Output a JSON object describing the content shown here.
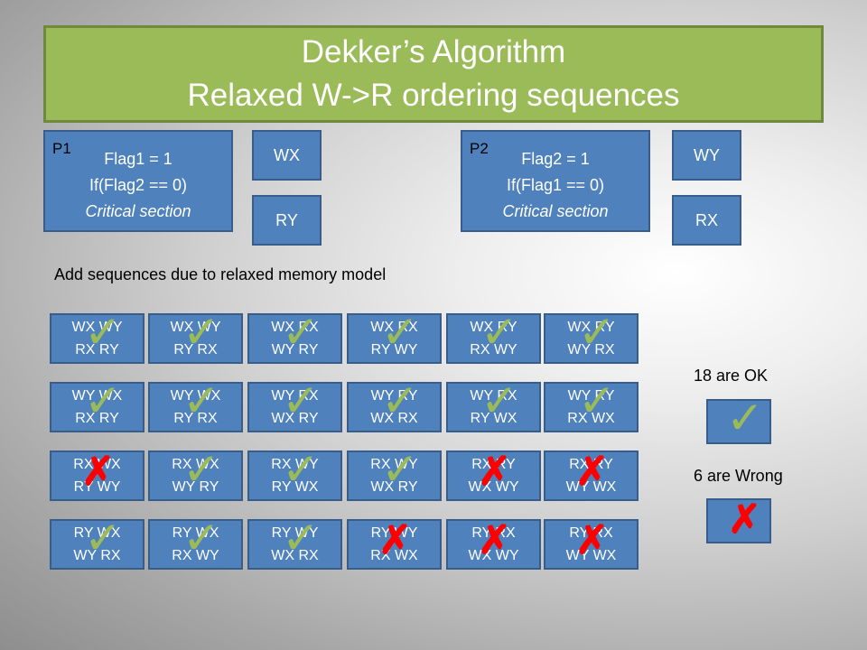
{
  "title": {
    "line1": "Dekker’s Algorithm",
    "line2": "Relaxed W->R  ordering sequences"
  },
  "p1": {
    "label": "P1",
    "line1": "Flag1 = 1",
    "line2": "If(Flag2 == 0)",
    "line3": "Critical section",
    "ops": [
      "WX",
      "RY"
    ]
  },
  "p2": {
    "label": "P2",
    "line1": "Flag2 = 1",
    "line2": "If(Flag1 == 0)",
    "line3": "Critical section",
    "ops": [
      "WY",
      "RX"
    ]
  },
  "note": "Add sequences due to relaxed memory model",
  "sequences": [
    [
      {
        "top": "WX WY",
        "bottom": "RX RY",
        "ok": true
      },
      {
        "top": "WX WY",
        "bottom": "RY RX",
        "ok": true
      },
      {
        "top": "WX RX",
        "bottom": "WY RY",
        "ok": true
      },
      {
        "top": "WX RX",
        "bottom": "RY WY",
        "ok": true
      },
      {
        "top": "WX RY",
        "bottom": "RX WY",
        "ok": true
      },
      {
        "top": "WX RY",
        "bottom": "WY RX",
        "ok": true
      }
    ],
    [
      {
        "top": "WY WX",
        "bottom": "RX RY",
        "ok": true
      },
      {
        "top": "WY WX",
        "bottom": "RY RX",
        "ok": true
      },
      {
        "top": "WY RX",
        "bottom": "WX RY",
        "ok": true
      },
      {
        "top": "WY RY",
        "bottom": "WX RX",
        "ok": true
      },
      {
        "top": "WY RX",
        "bottom": "RY WX",
        "ok": true
      },
      {
        "top": "WY RY",
        "bottom": "RX WX",
        "ok": true
      }
    ],
    [
      {
        "top": "RX WX",
        "bottom": "RY WY",
        "ok": false
      },
      {
        "top": "RX WX",
        "bottom": "WY RY",
        "ok": true
      },
      {
        "top": "RX WY",
        "bottom": "RY WX",
        "ok": true
      },
      {
        "top": "RX WY",
        "bottom": "WX RY",
        "ok": true
      },
      {
        "top": "RX RY",
        "bottom": "WX WY",
        "ok": false
      },
      {
        "top": "RX RY",
        "bottom": "WY WX",
        "ok": false
      }
    ],
    [
      {
        "top": "RY WX",
        "bottom": "WY RX",
        "ok": true
      },
      {
        "top": "RY WX",
        "bottom": "RX WY",
        "ok": true
      },
      {
        "top": "RY WY",
        "bottom": "WX RX",
        "ok": true
      },
      {
        "top": "RY WY",
        "bottom": "RX WX",
        "ok": false
      },
      {
        "top": "RY RX",
        "bottom": "WX WY",
        "ok": false
      },
      {
        "top": "RY RX",
        "bottom": "WY WX",
        "ok": false
      }
    ]
  ],
  "legend": {
    "ok_label": "18 are OK",
    "wrong_label": "6 are Wrong"
  },
  "icons": {
    "ok": "check-icon",
    "wrong": "cross-icon"
  },
  "colors": {
    "title_bg": "#9bbb59",
    "box_bg": "#4f81bd",
    "check": "#9bbb59",
    "cross": "#ff0000"
  }
}
